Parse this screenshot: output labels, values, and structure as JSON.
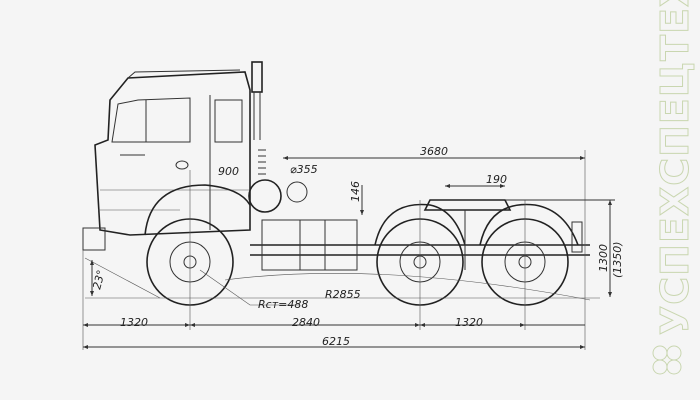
{
  "drawing": {
    "subject": "truck-tractor-side-view",
    "dimensions": {
      "front_overhang": "1320",
      "wheelbase_front_to_bogie": "2840",
      "bogie_base": "1320",
      "overall_length": "6215",
      "cab_to_rear": "3680",
      "fifth_wheel_offset": "190",
      "fifth_wheel_height": "1300",
      "fifth_wheel_height_alt": "(1350)",
      "cab_exhaust_gap": "900",
      "air_filter_diameter": "⌀355",
      "frame_clearance": "146",
      "static_radius": "Rст=488",
      "turning_radius": "R2855",
      "approach_angle": "23°"
    }
  },
  "watermark": {
    "text": "УСПЕХСПЕЦТЕХ",
    "color": "#c9d6b0"
  }
}
